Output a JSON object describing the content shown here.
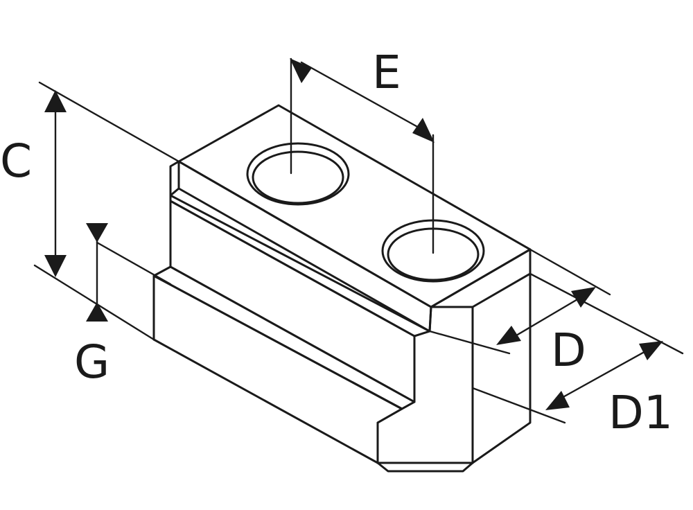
{
  "labels": {
    "c": "C",
    "e": "E",
    "d": "D",
    "d1": "D1",
    "g": "G"
  },
  "colors": {
    "line": "#1a1a1a",
    "background": "#ffffff"
  }
}
